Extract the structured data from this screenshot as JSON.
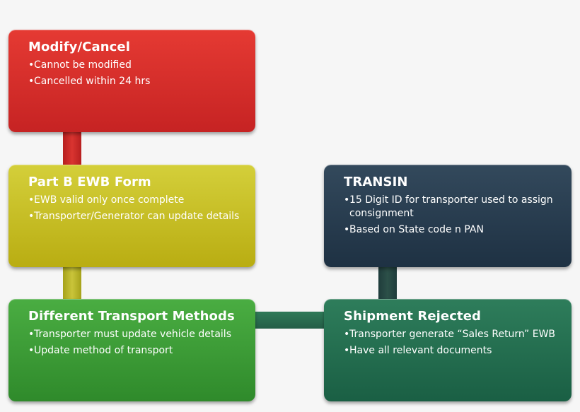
{
  "colors": {
    "modify": "#d52d2a",
    "partb": "#c7be24",
    "transport": "#3c9c37",
    "transin": "#283d50",
    "shipment": "#236d50"
  },
  "boxes": {
    "modify": {
      "title": "Modify/Cancel",
      "items": [
        "Cannot be modified",
        "Cancelled within 24 hrs"
      ]
    },
    "partb": {
      "title": "Part B EWB Form",
      "items": [
        "EWB valid only once complete",
        "Transporter/Generator can update details"
      ]
    },
    "transport": {
      "title": "Different Transport Methods",
      "items": [
        "Transporter must update vehicle details",
        "Update method of transport"
      ]
    },
    "transin": {
      "title": "TRANSIN",
      "items": [
        "15 Digit ID for transporter used to assign consignment",
        "Based on State code n PAN"
      ]
    },
    "shipment": {
      "title": "Shipment Rejected",
      "items": [
        "Transporter generate “Sales Return” EWB",
        "Have all relevant documents"
      ]
    }
  }
}
